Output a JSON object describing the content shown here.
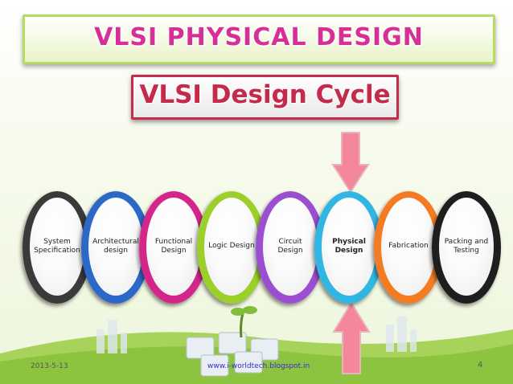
{
  "banner": {
    "title": "VLSI PHYSICAL DESIGN"
  },
  "subtitle": {
    "text": "VLSI Design Cycle"
  },
  "stages": [
    {
      "label": "System\nSpecification",
      "ring_color": "#3a3a3a",
      "bold": false
    },
    {
      "label": "Architectural\ndesign",
      "ring_color": "#2b68c8",
      "bold": false
    },
    {
      "label": "Functional\nDesign",
      "ring_color": "#d4258a",
      "bold": false
    },
    {
      "label": "Logic Design",
      "ring_color": "#9bcf2a",
      "bold": false
    },
    {
      "label": "Circuit\nDesign",
      "ring_color": "#9b4fd0",
      "bold": false
    },
    {
      "label": "Physical\nDesign",
      "ring_color": "#31b5e3",
      "bold": true
    },
    {
      "label": "Fabrication",
      "ring_color": "#f47b22",
      "bold": false
    },
    {
      "label": "Packing and\nTesting",
      "ring_color": "#1e1e1e",
      "bold": false
    }
  ],
  "arrows": {
    "fill": "#f4889a",
    "stroke": "#e8a8b4"
  },
  "footer": {
    "date": "2013-5-13",
    "url": "www.i-worldtech.blogspot.in",
    "page": "4"
  }
}
